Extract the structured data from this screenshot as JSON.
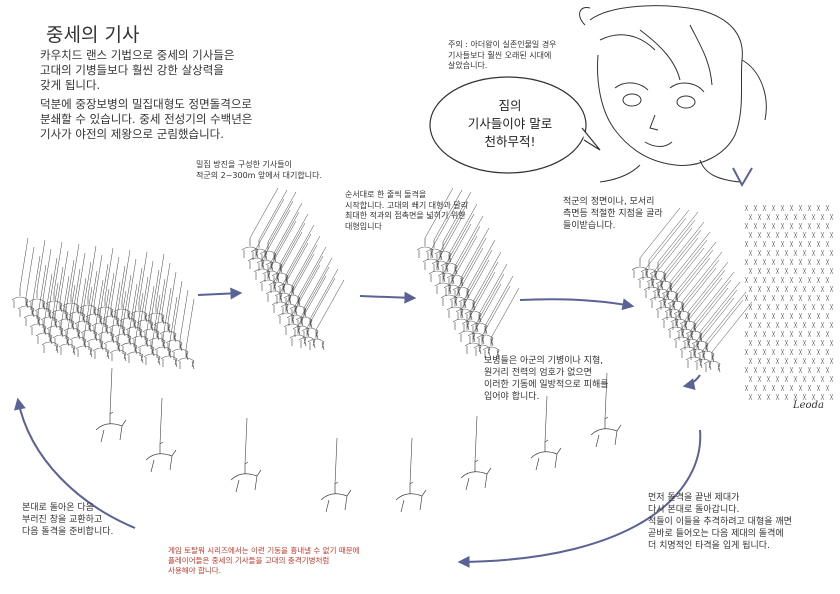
{
  "title": "중세의 기사",
  "intro": {
    "para1": "카우치드 랜스 기법으로 중세의 기사들은\n고대의 기병들보다 훨씬 강한 살상력을\n갖게 됩니다.",
    "para2": "덕분에 중장보병의 밀집대형도 정면돌격으로\n분쇄할 수 있습니다. 중세 전성기의 수백년은\n기사가 야전의 제왕으로 군림했습니다."
  },
  "footnote_top": "주의 : 아더왕이 실존인물일 경우\n기사들보다 훨씬 오래된 시대에\n살았습니다.",
  "speech_bubble": "짐의\n기사들이야 말로\n천하무적!",
  "steps": {
    "step1": "밀집 방진을 구성한 기사들이\n적군의 2~300m 앞에서 대기합니다.",
    "step2": "순서대로 한 줄씩 돌격을\n시작합니다. 고대의 쐐기 대형과 달리\n최대한 적과의 접촉면을 넓히기 위한\n대형입니다",
    "step3": "적군의 정면이나, 모서리\n측면등 적절한 지점을 골라\n들이받습니다.",
    "step4": "보병들은 아군의 기병이나 지형,\n원거리 전력의 엄호가 없으면\n이러한 기동에 일방적으로 피해를\n입어야 합니다.",
    "step5": "먼저 돌격을 끝낸 제대가\n다시 본대로 돌아갑니다.\n적들이 이들을 추격하려고 대형을 깨면\n곧바로 들어오는 다음 제대의 돌격에\n더 치명적인 타격을 입게 됩니다.",
    "step6": "본대로 돌아온 다음\n부러진 창을 교환하고\n다음 돌격을 준비합니다."
  },
  "red_note": "게임 토탈워 시리즈에서는 이런 기동을 흉내낼 수 없기 때문에\n플레이어들은 중세의 기사들을 고대의 충격기병처럼\n사용해야 합니다.",
  "signature": "Leoda",
  "colors": {
    "arrow": "#5a6296",
    "ink": "#333333",
    "red": "#c0392b"
  }
}
